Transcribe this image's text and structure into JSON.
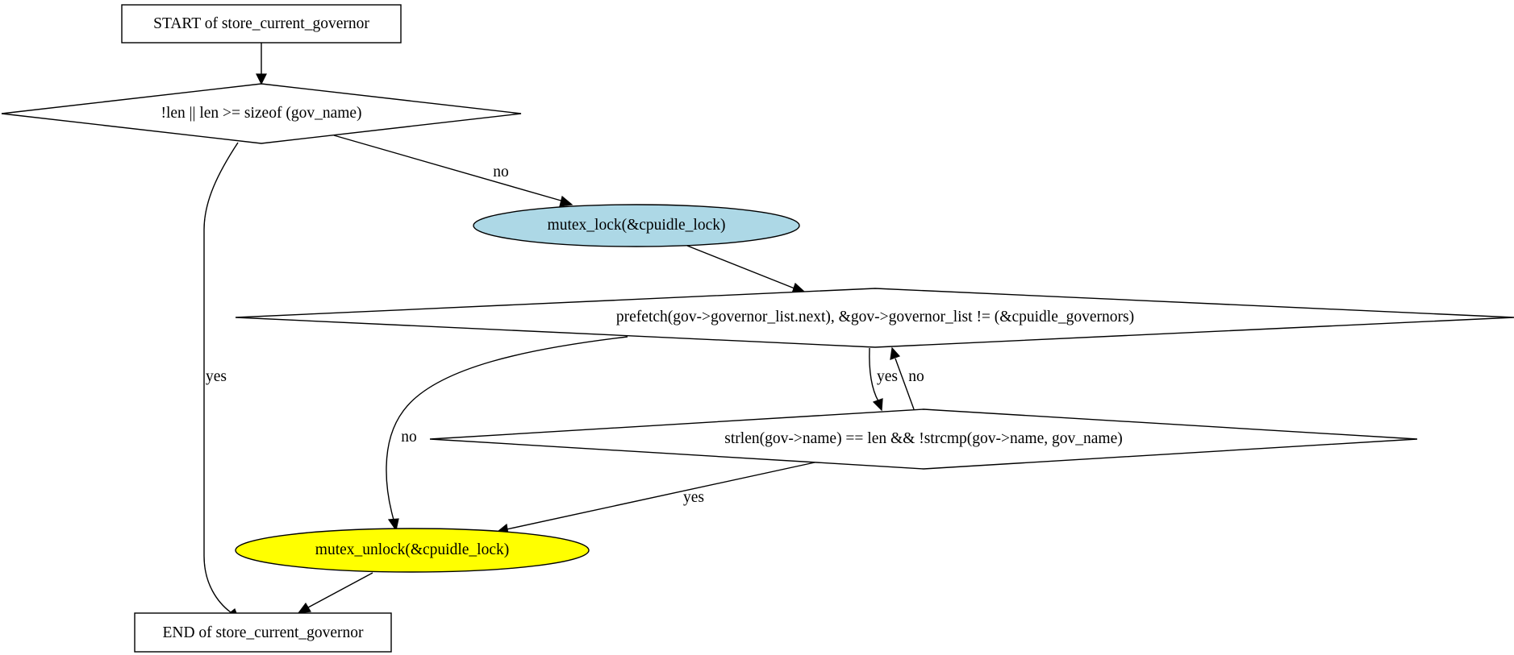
{
  "nodes": {
    "start": {
      "label": "START of store_current_governor"
    },
    "check_len": {
      "label": "!len || len >= sizeof (gov_name)"
    },
    "mutex_lock": {
      "label": "mutex_lock(&cpuidle_lock)",
      "fill": "#add8e6"
    },
    "loop_cond": {
      "label": "prefetch(gov->governor_list.next), &gov->governor_list != (&cpuidle_governors)"
    },
    "name_match": {
      "label": "strlen(gov->name) == len && !strcmp(gov->name, gov_name)"
    },
    "mutex_unlock": {
      "label": "mutex_unlock(&cpuidle_lock)",
      "fill": "#ffff00"
    },
    "end": {
      "label": "END of store_current_governor"
    }
  },
  "edges": {
    "check_to_end": {
      "label": "yes"
    },
    "check_to_lock": {
      "label": "no"
    },
    "loop_to_unlock": {
      "label": "no"
    },
    "loop_to_match": {
      "label": "yes"
    },
    "match_to_loop": {
      "label": "no"
    },
    "match_to_unlock": {
      "label": "yes"
    }
  }
}
